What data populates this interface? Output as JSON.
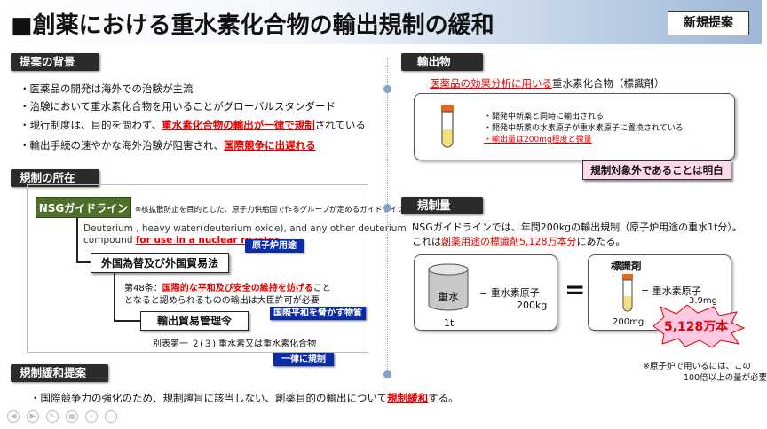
{
  "header": {
    "title": "■創薬における重水素化合物の輸出規制の緩和",
    "tag": "新規提案"
  },
  "background": {
    "heading": "提案の背景",
    "b1": "・医薬品の開発は海外での治験が主流",
    "b2": "・治験において重水素化合物を用いることがグローバルスタンダード",
    "b3_pre": "・現行制度は、目的を問わず、",
    "b3_red": "重水素化合物の輸出が一律で規制",
    "b3_post": "されている",
    "b4_pre": "・輸出手続の速やかな海外治験が阻害され、",
    "b4_red": "国際競争に出遅れる"
  },
  "location": {
    "heading": "規制の所在",
    "nsg_label": "NSGガイドライン",
    "nsg_note": "※核拡散防止を目的とした、原子力供給国で作るグループが定めるガイドライン",
    "deut_line1": "Deuterium , heavy water(deuterium oxide), and any other deuterium",
    "deut_line2_pre": "compound ",
    "deut_line2_red": "for use in a nuclear reactor",
    "tag_reactor": "原子炉用途",
    "fx_law": "外国為替及び外国貿易法",
    "art48_pre": "第48条：",
    "art48_red": "国際的な平和及び安全の維持を妨げる",
    "art48_post": "こと",
    "art48_line2": "となると認められるものの輸出は大臣許可が必要",
    "tag_peace": "国際平和を脅かす物質",
    "export_order": "輸出貿易管理令",
    "appendix": "別表第一 ２(３) 重水素又は重水素化合物",
    "tag_uniform": "一律に規制"
  },
  "relaxation": {
    "heading": "規制緩和提案",
    "text_pre": "・国際競争力の強化のため、規制趣旨に該当しない、創薬目的の輸出について",
    "text_red": "規制緩和",
    "text_post": "する。"
  },
  "exports": {
    "heading": "輸出物",
    "line_red": "医薬品の効果分析に用いる",
    "line_post": "重水素化合物（標識剤）",
    "b1": "・開発中新薬と同時に輸出される",
    "b2": "・開発中新薬の水素原子が重水素原子に置換されている",
    "b3": "・輸出量は200mg程度と微量",
    "conclusion": "規制対象外であることは明白"
  },
  "amount": {
    "heading": "規制量",
    "line1": "NSGガイドラインでは、年間200kgの輸出規制（原子炉用途の重水1t分）。",
    "line2_pre": "これは",
    "line2_red": "創薬用途の標識剤5,128万本分",
    "line2_post": "にあたる。",
    "tank_label": "重水",
    "tank_unit": "1t",
    "eq_left_label": "= 重水素原子",
    "eq_left_value": "200kg",
    "equals": "=",
    "agent_label": "標識剤",
    "eq_right_label": "= 重水素原子",
    "eq_right_value": "3.9mg",
    "agent_amount": "200mg",
    "burst": "5,128万本",
    "note1": "※原子炉で用いるには、この",
    "note2": "100倍以上の量が必要"
  },
  "colors": {
    "accent_red": "#e00000",
    "tag_blue": "#0b2ca8",
    "nsg_green": "#4e6e2a",
    "pink": "#ffd8ec"
  }
}
